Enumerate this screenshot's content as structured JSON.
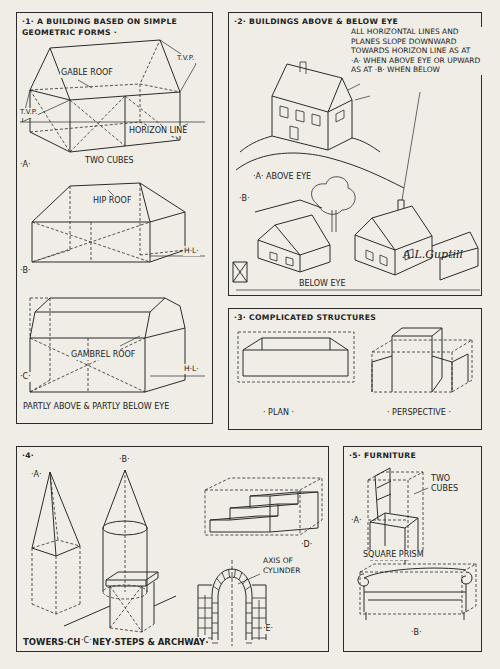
{
  "diagram": {
    "nodes": [
      {
        "text": [
          "·1· A BUILDING BASED ON SIMPLE GEOMETRIC FORMS ·"
        ]
      },
      {
        "text": [
          "·2· BUILDINGS ABOVE & BELOW EYE"
        ]
      },
      {
        "text": [
          "·3· COMPLICATED STRUCTURES"
        ]
      },
      {
        "text": [
          "·4·",
          "TOWERS·CHIMNEY·STEPS & ARCHWAY·"
        ]
      },
      {
        "text": [
          "·5· FURNITURE"
        ]
      }
    ],
    "labels": [
      "T.V.P.",
      "T.V.P.",
      "GABLE ROOF",
      "HORIZON LINE",
      "TWO CUBES",
      "·A·",
      "HIP ROOF",
      "H·L·",
      "·B·",
      "GAMBREL ROOF",
      "H·L·",
      "·C·",
      "PARTLY ABOVE & PARTLY BELOW EYE",
      "ALL HORIZONTAL LINES AND PLANES SLOPE DOWNWARD TOWARDS HORIZON LINE AS AT ·A· WHEN ABOVE EYE OR UPWARD AS AT ·B· WHEN BELOW",
      "·A· ABOVE EYE",
      "·B·",
      "BELOW EYE",
      "A.L.Guptill",
      "· PLAN ·",
      "· PERSPECTIVE ·",
      "·A·",
      "·B·",
      "·C·",
      "·D·",
      "·E·",
      "AXIS OF CYLINDER",
      "·A·",
      "TWO CUBES",
      "SQUARE PRISM",
      "·B·"
    ]
  }
}
